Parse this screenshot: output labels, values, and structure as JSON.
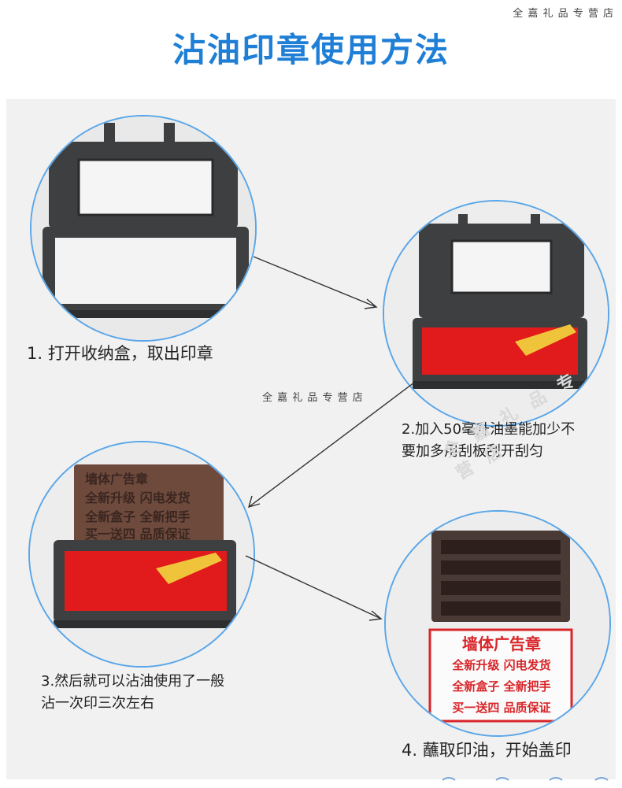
{
  "header": {
    "store_name": "全 嘉 礼 品 专 营 店",
    "title": "沾油印章使用方法"
  },
  "steps": [
    {
      "text": "1. 打开收纳盒，取出印章"
    },
    {
      "text_line1": "2.加入50毫升油墨能加少不",
      "text_line2": "要加多用刮板刮开刮匀"
    },
    {
      "text_line1": "3.然后就可以沾油使用了一般",
      "text_line2": "沾一次印三次左右"
    },
    {
      "text": "4. 蘸取印油，开始盖印"
    }
  ],
  "middle_store_name": "全 嘉 礼 品 专 营 店",
  "watermark_text": "全 嘉 礼 品 专 营 店",
  "stamp_print": {
    "line1": "墙体广告章",
    "line2": "全新升级 闪电发货",
    "line3": "全新盒子 全新把手",
    "line4": "买一送四 品质保证"
  },
  "colors": {
    "title_blue": "#1f7fd6",
    "circle_border": "#5aa6e8",
    "box_dark": "#3d3f40",
    "pad_red": "#e11b1b",
    "spatula_yellow": "#f0c43a",
    "stamp_red": "#d8262a"
  }
}
